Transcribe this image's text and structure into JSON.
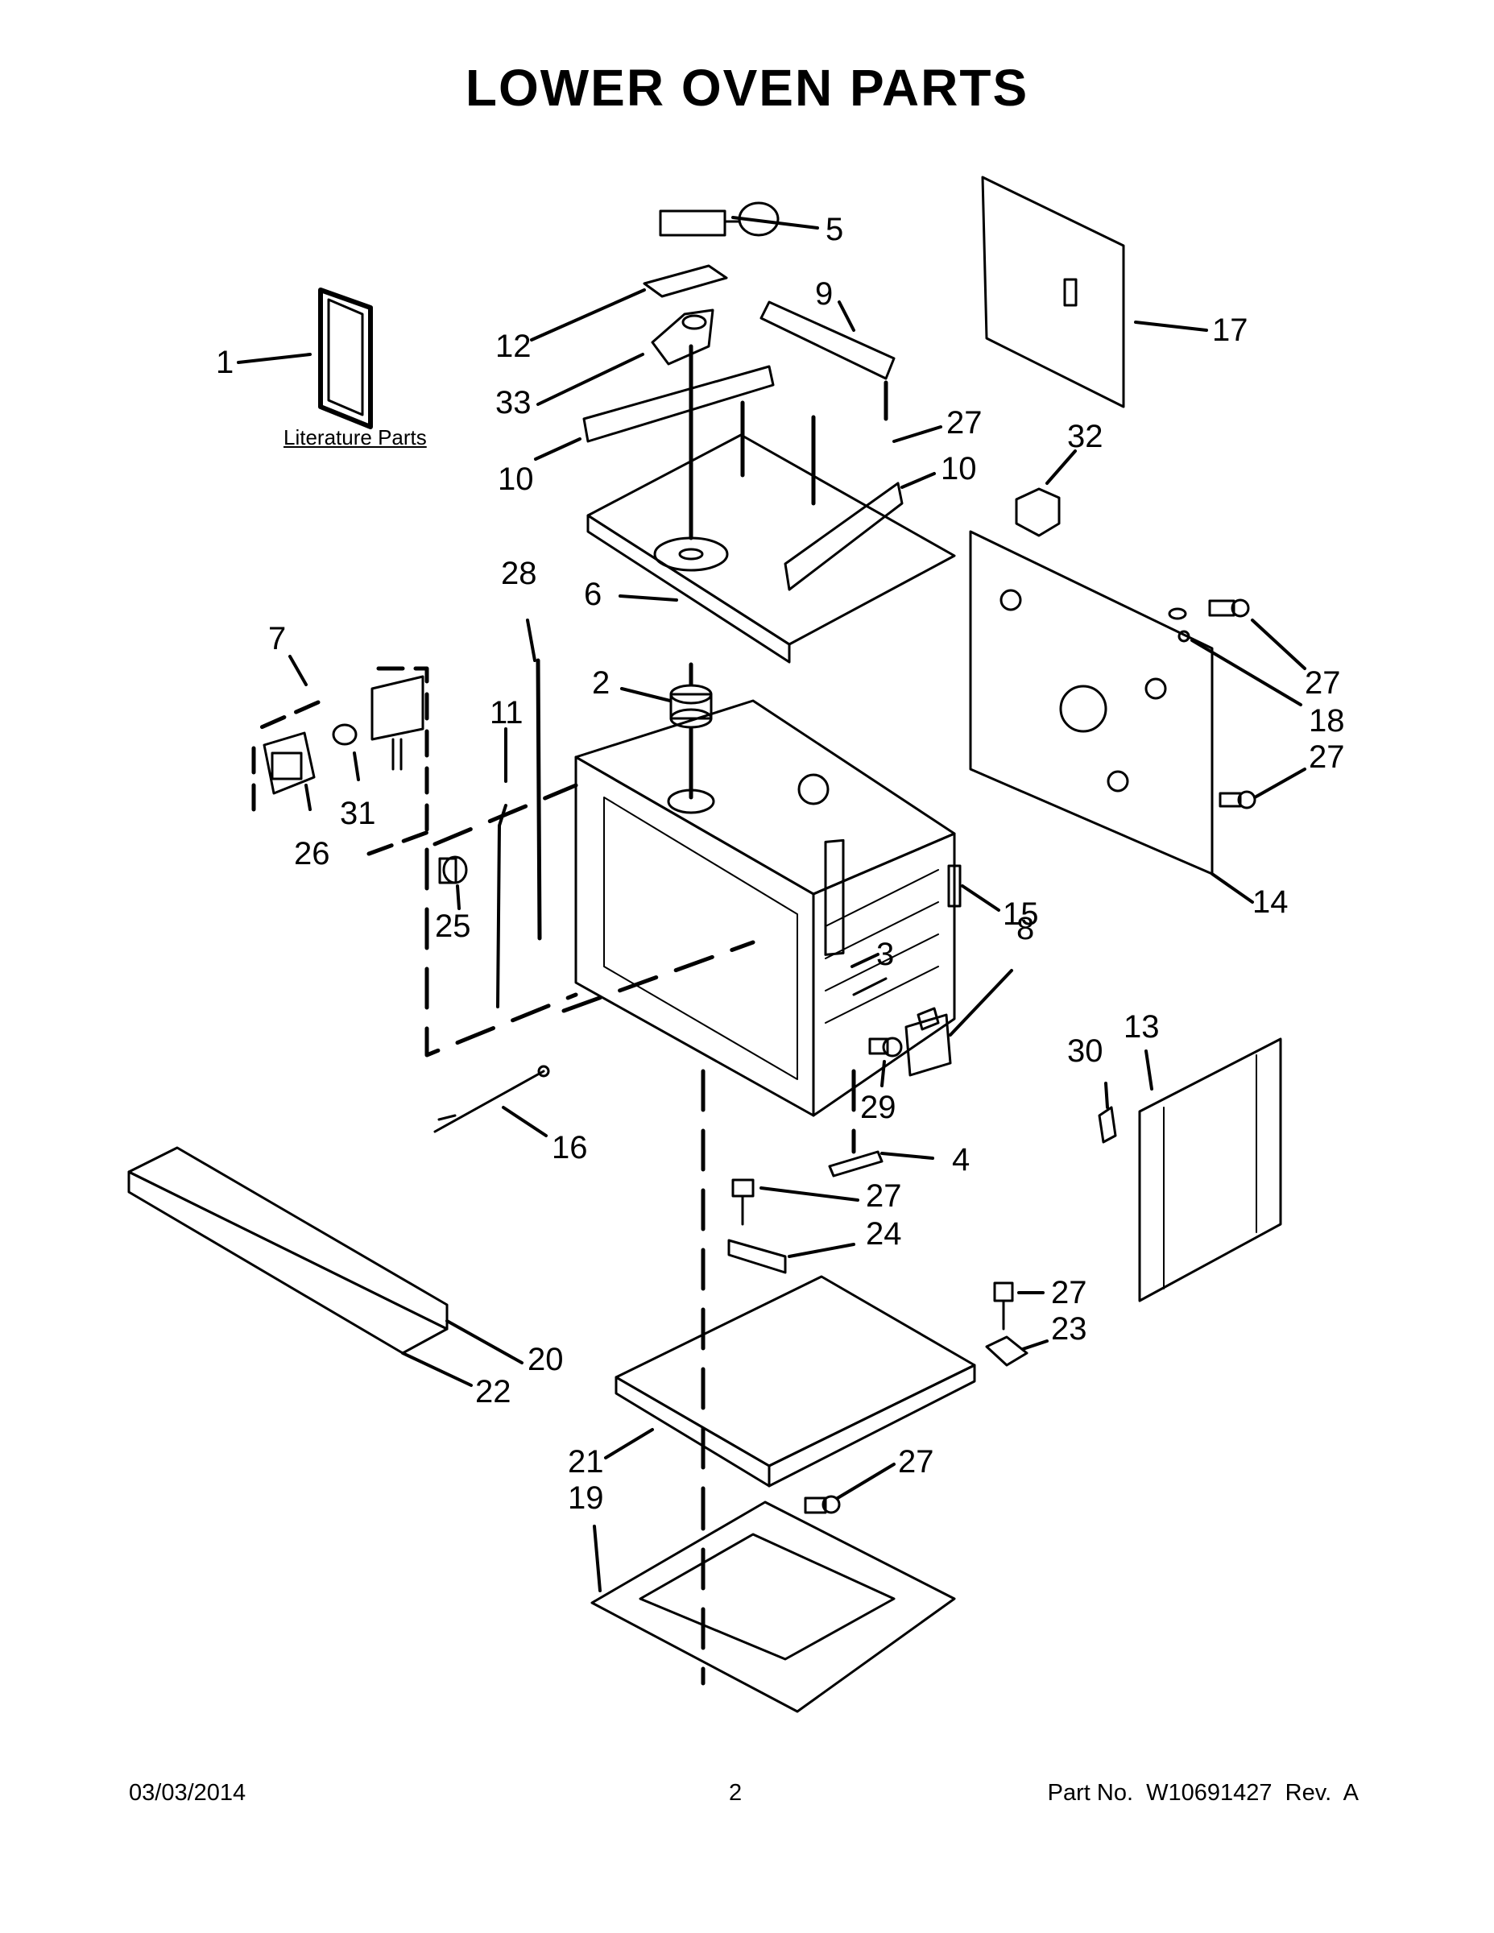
{
  "title": "LOWER OVEN PARTS",
  "literature_label": "Literature Parts",
  "callouts": [
    "1",
    "12",
    "33",
    "10",
    "5",
    "9",
    "27",
    "10",
    "17",
    "32",
    "28",
    "6",
    "7",
    "2",
    "11",
    "31",
    "26",
    "25",
    "27",
    "18",
    "27",
    "14",
    "15",
    "3",
    "8",
    "29",
    "4",
    "16",
    "30",
    "13",
    "27",
    "24",
    "27",
    "23",
    "20",
    "22",
    "21",
    "19",
    "27"
  ],
  "footer": {
    "date": "03/03/2014",
    "page": "2",
    "part_no": "Part No.  W10691427  Rev.  A"
  }
}
